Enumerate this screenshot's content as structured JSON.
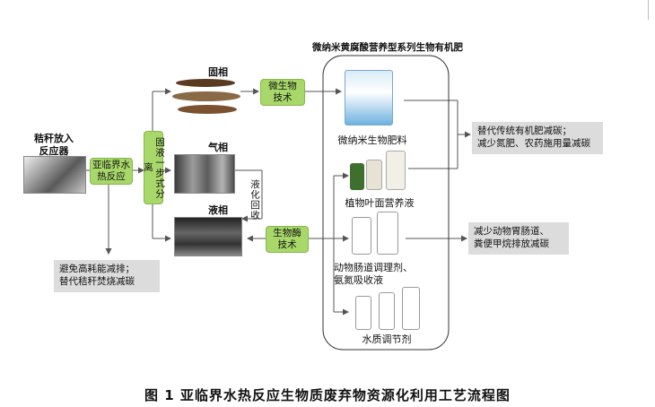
{
  "reactor_label": "秸秆放入\n反应器",
  "hydro_label": "亚临界水\n热反应",
  "separation_label": "固液一步式分离",
  "phase_solid": "固相",
  "phase_gas": "气相",
  "phase_liquid": "液相",
  "liquefy_label": "液化回收",
  "microbe_tech": "微生物\n技术",
  "enzyme_tech": "生物酶\n技术",
  "product_group_title": "微纳米黄腐酸营养型系列生物有机肥",
  "products": {
    "fertilizer": "微纳米生物肥料",
    "foliar": "植物叶面营养液",
    "gut": "动物肠道调理剂、\n氨氮吸收液",
    "water": "水质调节剂"
  },
  "benefits": {
    "fertilizer": "替代传统有机肥减碳；\n减少氮肥、农药施用量减碳",
    "animal": "减少动物胃肠道、\n粪便甲烷排放减碳",
    "energy": "避免高耗能减排；\n替代秸秆焚烧减碳"
  },
  "caption": "图 1 亚临界水热反应生物质废弃物资源化利用工艺流程图",
  "colors": {
    "green": "#a8d86a",
    "gray": "#dcdcdc",
    "line": "#555555"
  },
  "icons": {
    "arrow": "arrow-right-icon"
  }
}
